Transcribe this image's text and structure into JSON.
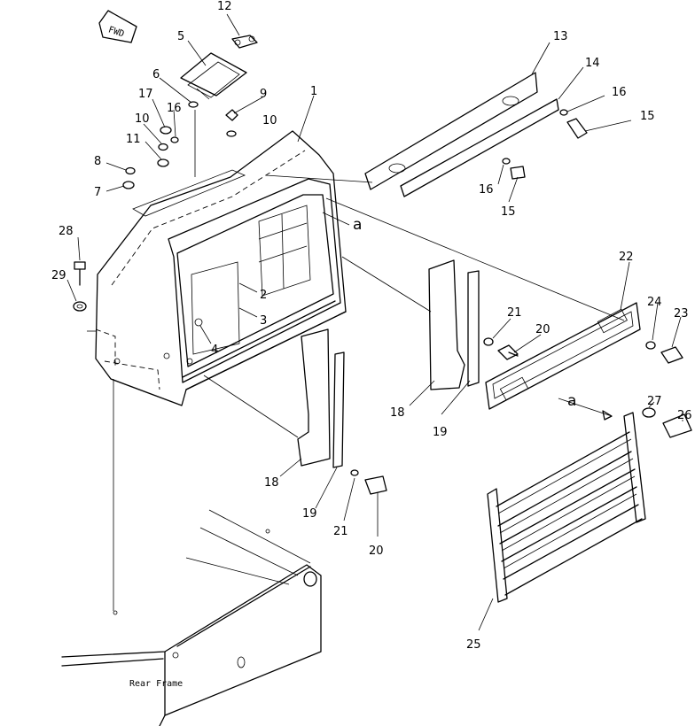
{
  "diagram": {
    "fwd_label": "FWD",
    "view_marker": "a",
    "frame_label": "Rear Frame",
    "callouts": {
      "c1": "1",
      "c2": "2",
      "c3": "3",
      "c4": "4",
      "c5": "5",
      "c6": "6",
      "c7": "7",
      "c8": "8",
      "c9": "9",
      "c10a": "10",
      "c10b": "10",
      "c11": "11",
      "c12": "12",
      "c13": "13",
      "c14": "14",
      "c15a": "15",
      "c15b": "15",
      "c16a": "16",
      "c16b": "16",
      "c16c": "16",
      "c17": "17",
      "c18a": "18",
      "c18b": "18",
      "c19a": "19",
      "c19b": "19",
      "c20a": "20",
      "c20b": "20",
      "c21a": "21",
      "c21b": "21",
      "c22": "22",
      "c23": "23",
      "c24": "24",
      "c25": "25",
      "c26": "26",
      "c27": "27",
      "c28": "28",
      "c29": "29"
    }
  }
}
